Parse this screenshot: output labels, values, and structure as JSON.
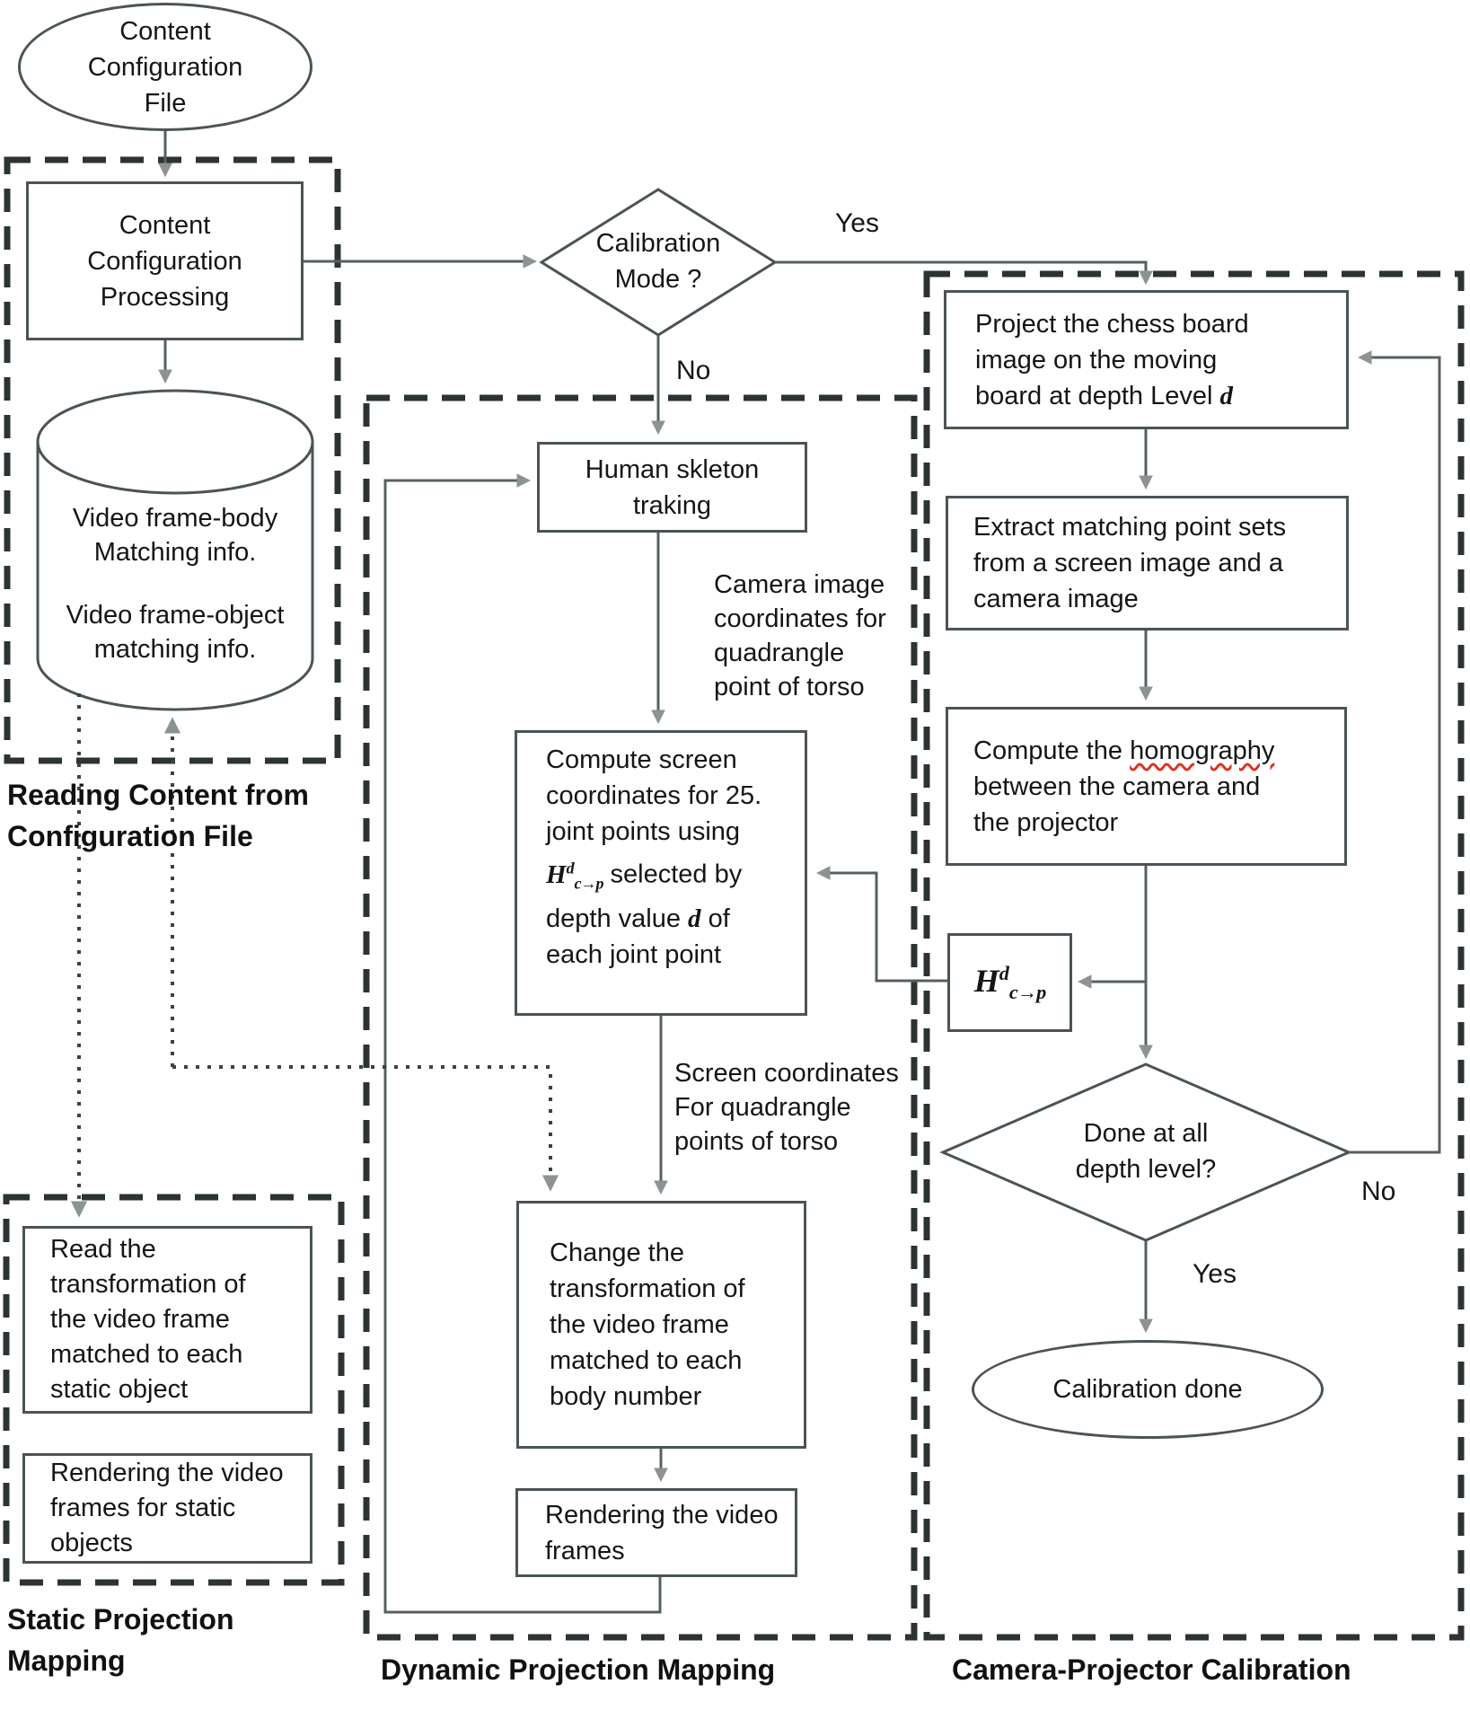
{
  "colors": {
    "line": "#566060",
    "arrowhead": "#8b9393",
    "box_border": "#4a5454",
    "dashed_border": "#2b3333",
    "text": "#151515",
    "spellcheck_underline": "#dd3322"
  },
  "sections": {
    "reading": {
      "label1": "Reading Content from",
      "label2": "Configuration File"
    },
    "static": {
      "label1": "Static Projection",
      "label2": "Mapping"
    },
    "dynamic": {
      "label": "Dynamic Projection Mapping"
    },
    "calibration": {
      "label": "Camera-Projector Calibration"
    }
  },
  "nodes": {
    "config_file": {
      "l1": "Content",
      "l2": "Configuration",
      "l3": "File"
    },
    "processing": {
      "l1": "Content",
      "l2": "Configuration",
      "l3": "Processing"
    },
    "db": {
      "l1": "Video frame-body",
      "l2": "Matching info.",
      "l3": "Video frame-object",
      "l4": "matching info."
    },
    "calibration_mode": {
      "l1": "Calibration",
      "l2": "Mode ?"
    },
    "skeleton": {
      "l1": "Human skleton",
      "l2": "traking"
    },
    "compute": {
      "l1": "Compute screen",
      "l2": "coordinates for 25.",
      "l3": "joint points using",
      "h": "H",
      "h_sup": "d",
      "h_sub": "c→p",
      "l4b": " selected by",
      "l5a": "depth value ",
      "l5b": "d",
      "l5c": " of",
      "l6": "each joint point"
    },
    "change": {
      "l1": "Change the",
      "l2": "transformation of",
      "l3": "the video frame",
      "l4": "matched to each",
      "l5": "body number"
    },
    "rendering_dynamic": {
      "l1": "Rendering the video",
      "l2": "frames"
    },
    "read_static": {
      "l1": "Read the",
      "l2": "transformation of",
      "l3": "the video frame",
      "l4": "matched to each",
      "l5": "static object"
    },
    "rendering_static": {
      "l1": "Rendering the video",
      "l2": "frames for static",
      "l3": "objects"
    },
    "project": {
      "l1": "Project the chess board",
      "l2": "image on the moving",
      "l3a": "board at depth Level ",
      "l3b": "d"
    },
    "extract": {
      "l1": "Extract matching point sets",
      "l2": "from a screen image and a",
      "l3": "camera image"
    },
    "homography": {
      "l1a": "Compute the ",
      "l1b": "homography",
      "l2": "between the camera and",
      "l3": "the projector"
    },
    "h_matrix": {
      "h": "H",
      "sup": "d",
      "sub": "c→p"
    },
    "done_diamond": {
      "l1": "Done at all",
      "l2": "depth level?"
    },
    "calibration_done": {
      "l1": "Calibration done"
    }
  },
  "edge_labels": {
    "yes1": "Yes",
    "no1": "No",
    "yes2": "Yes",
    "no2": "No"
  },
  "annotations": {
    "camera_coords": {
      "l1": "Camera image",
      "l2": "coordinates for",
      "l3": "quadrangle",
      "l4": "point of torso"
    },
    "screen_coords": {
      "l1": "Screen coordinates",
      "l2": "For quadrangle",
      "l3": "points of torso"
    }
  }
}
